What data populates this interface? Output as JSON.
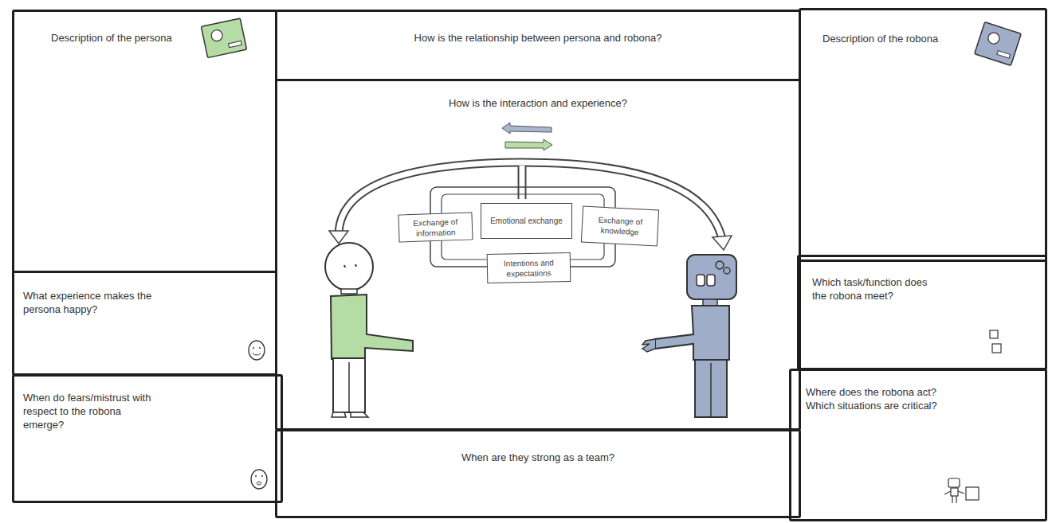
{
  "diagram": {
    "nodes": [
      {
        "text": [
          "Description of the persona"
        ]
      },
      {
        "text": [
          "How is the relationship between persona and robona?"
        ]
      },
      {
        "text": [
          "Description of the robona"
        ]
      },
      {
        "text": [
          "How is the interaction and experience?"
        ]
      },
      {
        "text": [
          "Exchange of information"
        ],
        "in": 3
      },
      {
        "text": [
          "Emotional exchange"
        ],
        "in": 3
      },
      {
        "text": [
          "Exchange of knowledge"
        ],
        "in": 3
      },
      {
        "text": [
          "Intentions and expectations"
        ],
        "in": 3
      },
      {
        "text": [
          "What experience makes the persona happy?"
        ]
      },
      {
        "text": [
          "Which task/function does the robona meet?"
        ]
      },
      {
        "text": [
          "When do fears/mistrust with respect to the robona emerge?"
        ]
      },
      {
        "text": [
          "When are they strong as a team?"
        ]
      },
      {
        "text": [
          "Where does the robona act? Which situations are critical?"
        ]
      }
    ]
  }
}
